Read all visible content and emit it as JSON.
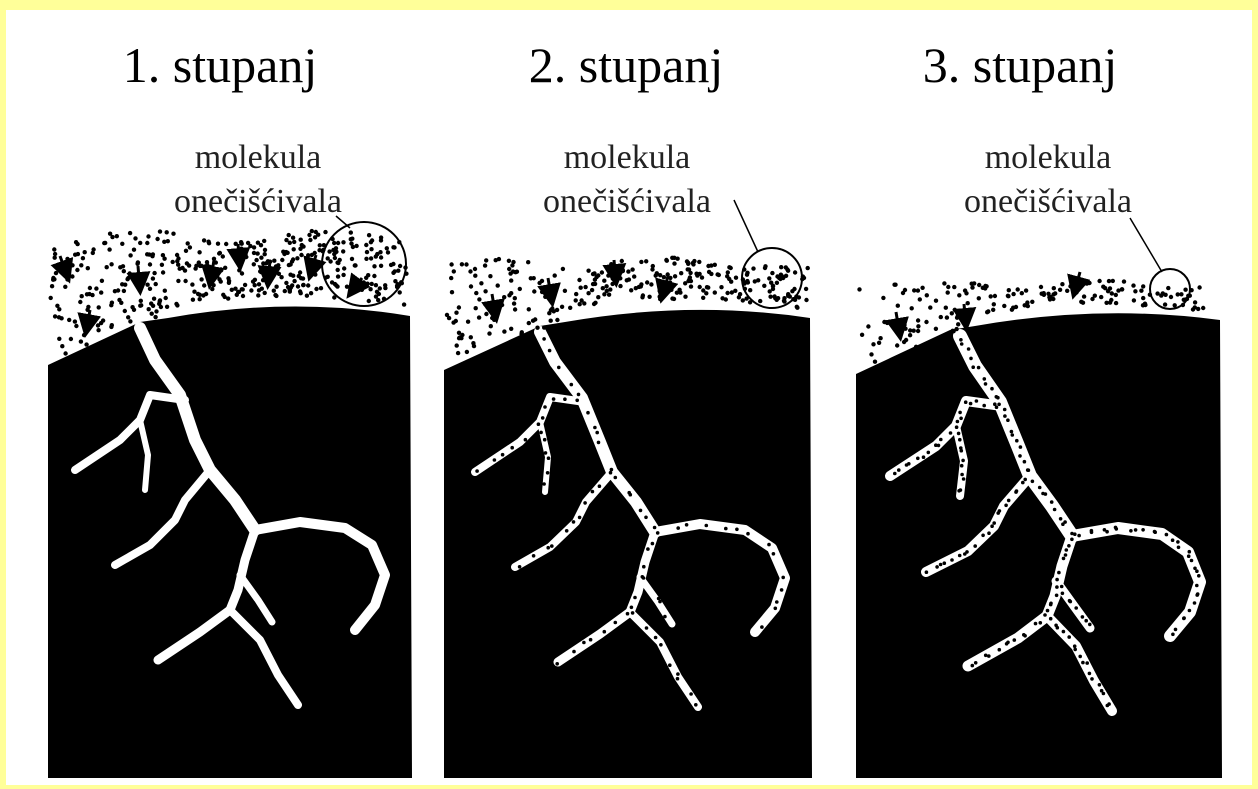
{
  "stages": [
    {
      "title": "1. stupanj",
      "callout_line1": "molekula",
      "callout_line2": "onečišćivala"
    },
    {
      "title": "2. stupanj",
      "callout_line1": "molekula",
      "callout_line2": "onečišćivala"
    },
    {
      "title": "3. stupanj",
      "callout_line1": "molekula",
      "callout_line2": "onečišćivala"
    }
  ],
  "colors": {
    "background": "#ffff99",
    "panel": "#ffffff",
    "solid": "#000000",
    "pore": "#ffffff"
  }
}
